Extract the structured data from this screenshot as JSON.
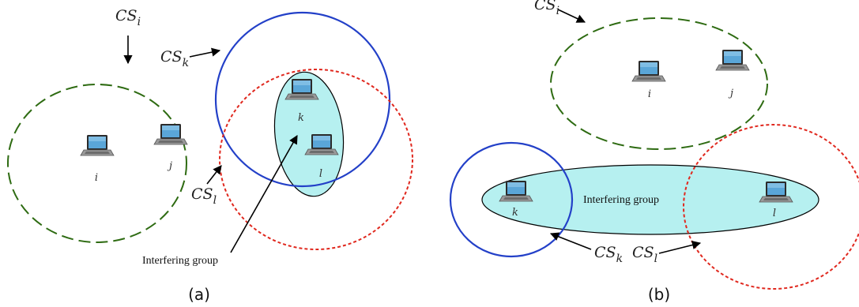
{
  "panel_a": {
    "label": "(a)",
    "nodes": {
      "i": "i",
      "j": "j",
      "k": "k",
      "l": "l"
    },
    "cs_labels": {
      "i": {
        "base": "CS",
        "sub": "i"
      },
      "k": {
        "base": "CS",
        "sub": "k"
      },
      "l": {
        "base": "CS",
        "sub": "l"
      }
    },
    "group_label": "Interfering group"
  },
  "panel_b": {
    "label": "(b)",
    "nodes": {
      "i": "i",
      "j": "j",
      "k": "k",
      "l": "l"
    },
    "cs_labels": {
      "i": {
        "base": "CS",
        "sub": "i"
      },
      "k": {
        "base": "CS",
        "sub": "k"
      },
      "l": {
        "base": "CS",
        "sub": "l"
      }
    },
    "group_label": "Interfering group"
  },
  "colors": {
    "cs_i": "#2e6b12",
    "cs_k": "#2340c8",
    "cs_l": "#e0281e",
    "group_fill": "#b6f0f0",
    "arrow": "#000000"
  },
  "icons": [
    "laptop-icon"
  ]
}
